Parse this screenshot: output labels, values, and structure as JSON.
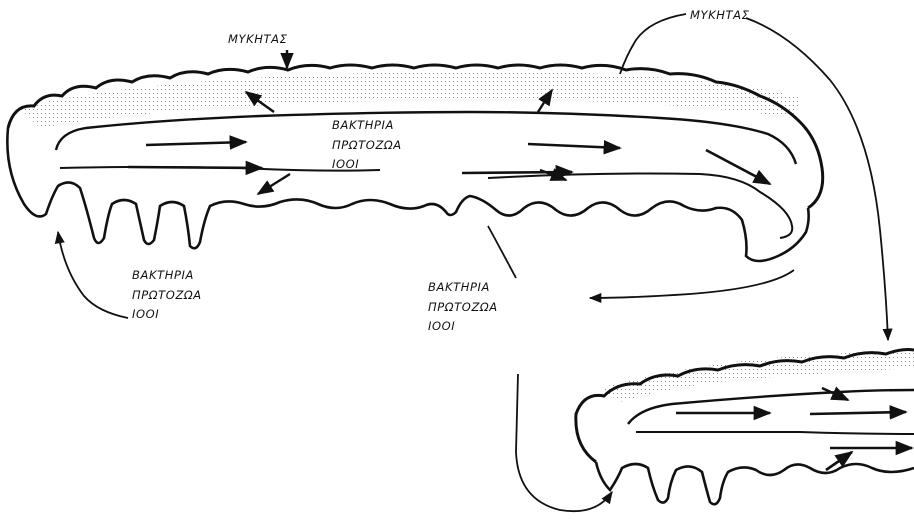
{
  "labels": {
    "fungi_top": "ΜΥΚΗΤΑΣ",
    "fungi_right": "ΜΥΚΗΤΑΣ",
    "center_group": [
      "ΒΑΚΤΗΡΙΑ",
      "ΠΡΩΤΟΖΩΑ",
      "ΙΟΟΙ"
    ],
    "left_group": [
      "ΒΑΚΤΗΡΙΑ",
      "ΠΡΩΤΟΖΩΑ",
      "ΙΟΟΙ"
    ],
    "mid_group": [
      "ΒΑΚΤΗΡΙΑ",
      "ΠΡΩΤΟΖΩΑ",
      "ΙΟΟΙ"
    ]
  },
  "colors": {
    "ink": "#111111",
    "stipple": "#9a9a9a"
  }
}
